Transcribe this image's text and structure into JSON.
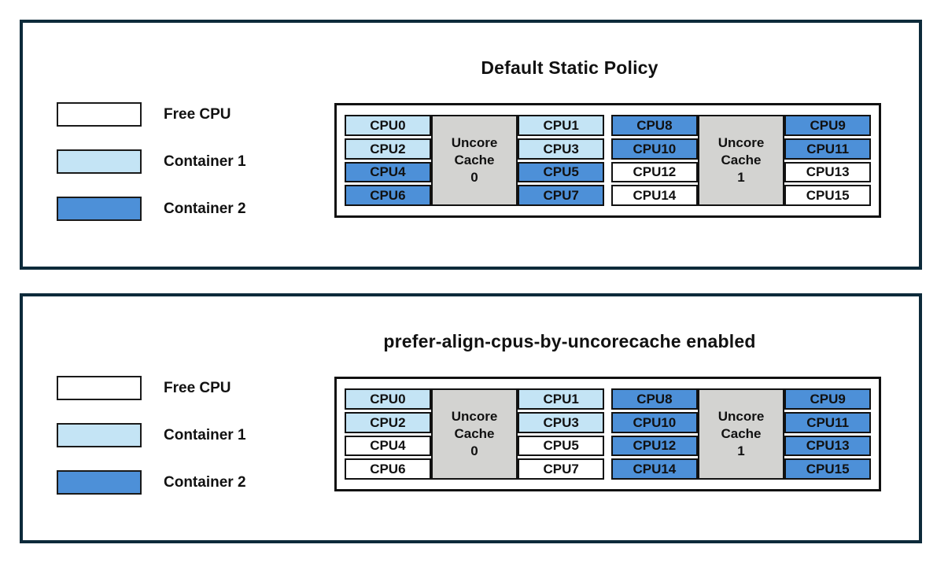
{
  "colors": {
    "panel_border": "#0d2a3a",
    "cell_border": "#1a1a1a",
    "free": "#ffffff",
    "container1": "#c4e4f5",
    "container2": "#4d90d8",
    "uncore_cache_bg": "#d3d3d1",
    "text": "#111111"
  },
  "legend": [
    {
      "label": "Free CPU",
      "owner": "free"
    },
    {
      "label": "Container 1",
      "owner": "container1"
    },
    {
      "label": "Container 2",
      "owner": "container2"
    }
  ],
  "panels": [
    {
      "title": "Default Static Policy",
      "groups": [
        {
          "cache_label": "Uncore\nCache\n0",
          "left_cpus": [
            {
              "label": "CPU0",
              "owner": "container1"
            },
            {
              "label": "CPU2",
              "owner": "container1"
            },
            {
              "label": "CPU4",
              "owner": "container2"
            },
            {
              "label": "CPU6",
              "owner": "container2"
            }
          ],
          "right_cpus": [
            {
              "label": "CPU1",
              "owner": "container1"
            },
            {
              "label": "CPU3",
              "owner": "container1"
            },
            {
              "label": "CPU5",
              "owner": "container2"
            },
            {
              "label": "CPU7",
              "owner": "container2"
            }
          ]
        },
        {
          "cache_label": "Uncore\nCache\n1",
          "left_cpus": [
            {
              "label": "CPU8",
              "owner": "container2"
            },
            {
              "label": "CPU10",
              "owner": "container2"
            },
            {
              "label": "CPU12",
              "owner": "free"
            },
            {
              "label": "CPU14",
              "owner": "free"
            }
          ],
          "right_cpus": [
            {
              "label": "CPU9",
              "owner": "container2"
            },
            {
              "label": "CPU11",
              "owner": "container2"
            },
            {
              "label": "CPU13",
              "owner": "free"
            },
            {
              "label": "CPU15",
              "owner": "free"
            }
          ]
        }
      ]
    },
    {
      "title": "prefer-align-cpus-by-uncorecache enabled",
      "groups": [
        {
          "cache_label": "Uncore\nCache\n0",
          "left_cpus": [
            {
              "label": "CPU0",
              "owner": "container1"
            },
            {
              "label": "CPU2",
              "owner": "container1"
            },
            {
              "label": "CPU4",
              "owner": "free"
            },
            {
              "label": "CPU6",
              "owner": "free"
            }
          ],
          "right_cpus": [
            {
              "label": "CPU1",
              "owner": "container1"
            },
            {
              "label": "CPU3",
              "owner": "container1"
            },
            {
              "label": "CPU5",
              "owner": "free"
            },
            {
              "label": "CPU7",
              "owner": "free"
            }
          ]
        },
        {
          "cache_label": "Uncore\nCache\n1",
          "left_cpus": [
            {
              "label": "CPU8",
              "owner": "container2"
            },
            {
              "label": "CPU10",
              "owner": "container2"
            },
            {
              "label": "CPU12",
              "owner": "container2"
            },
            {
              "label": "CPU14",
              "owner": "container2"
            }
          ],
          "right_cpus": [
            {
              "label": "CPU9",
              "owner": "container2"
            },
            {
              "label": "CPU11",
              "owner": "container2"
            },
            {
              "label": "CPU13",
              "owner": "container2"
            },
            {
              "label": "CPU15",
              "owner": "container2"
            }
          ]
        }
      ]
    }
  ]
}
